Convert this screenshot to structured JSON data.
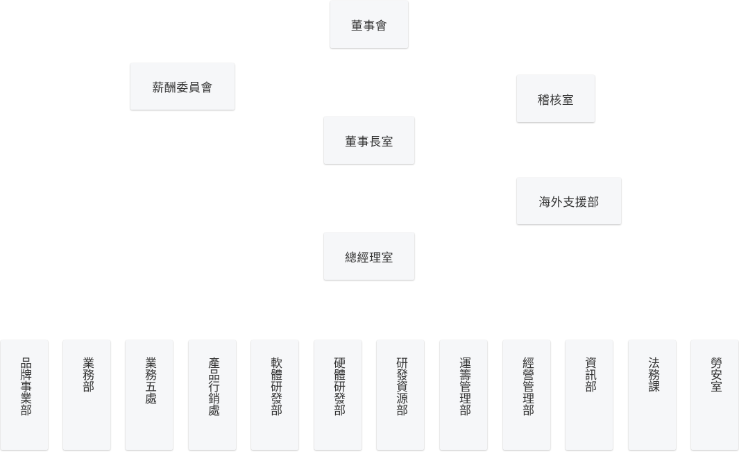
{
  "top_nodes": {
    "board": "董事會",
    "compensation_committee": "薪酬委員會",
    "audit_office": "稽核室",
    "chairman_office": "董事長室",
    "overseas_support": "海外支援部",
    "president_office": "總經理室"
  },
  "departments": [
    "品牌事業部",
    "業務部",
    "業務五處",
    "產品行銷處",
    "軟體研發部",
    "硬體研發部",
    "研發資源部",
    "運籌管理部",
    "經營管理部",
    "資訊部",
    "法務課",
    "勞安室"
  ]
}
